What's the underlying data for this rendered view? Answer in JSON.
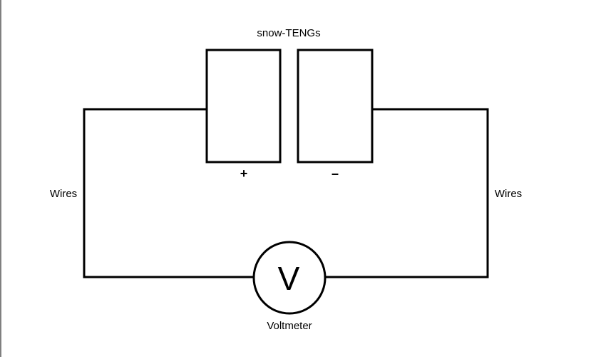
{
  "diagram": {
    "title": "snow-TENGs",
    "left_wire_label": "Wires",
    "right_wire_label": "Wires",
    "positive_terminal": "+",
    "negative_terminal": "–",
    "meter_symbol": "V",
    "meter_label": "Voltmeter"
  },
  "colors": {
    "stroke": "#000000",
    "background": "#ffffff"
  }
}
